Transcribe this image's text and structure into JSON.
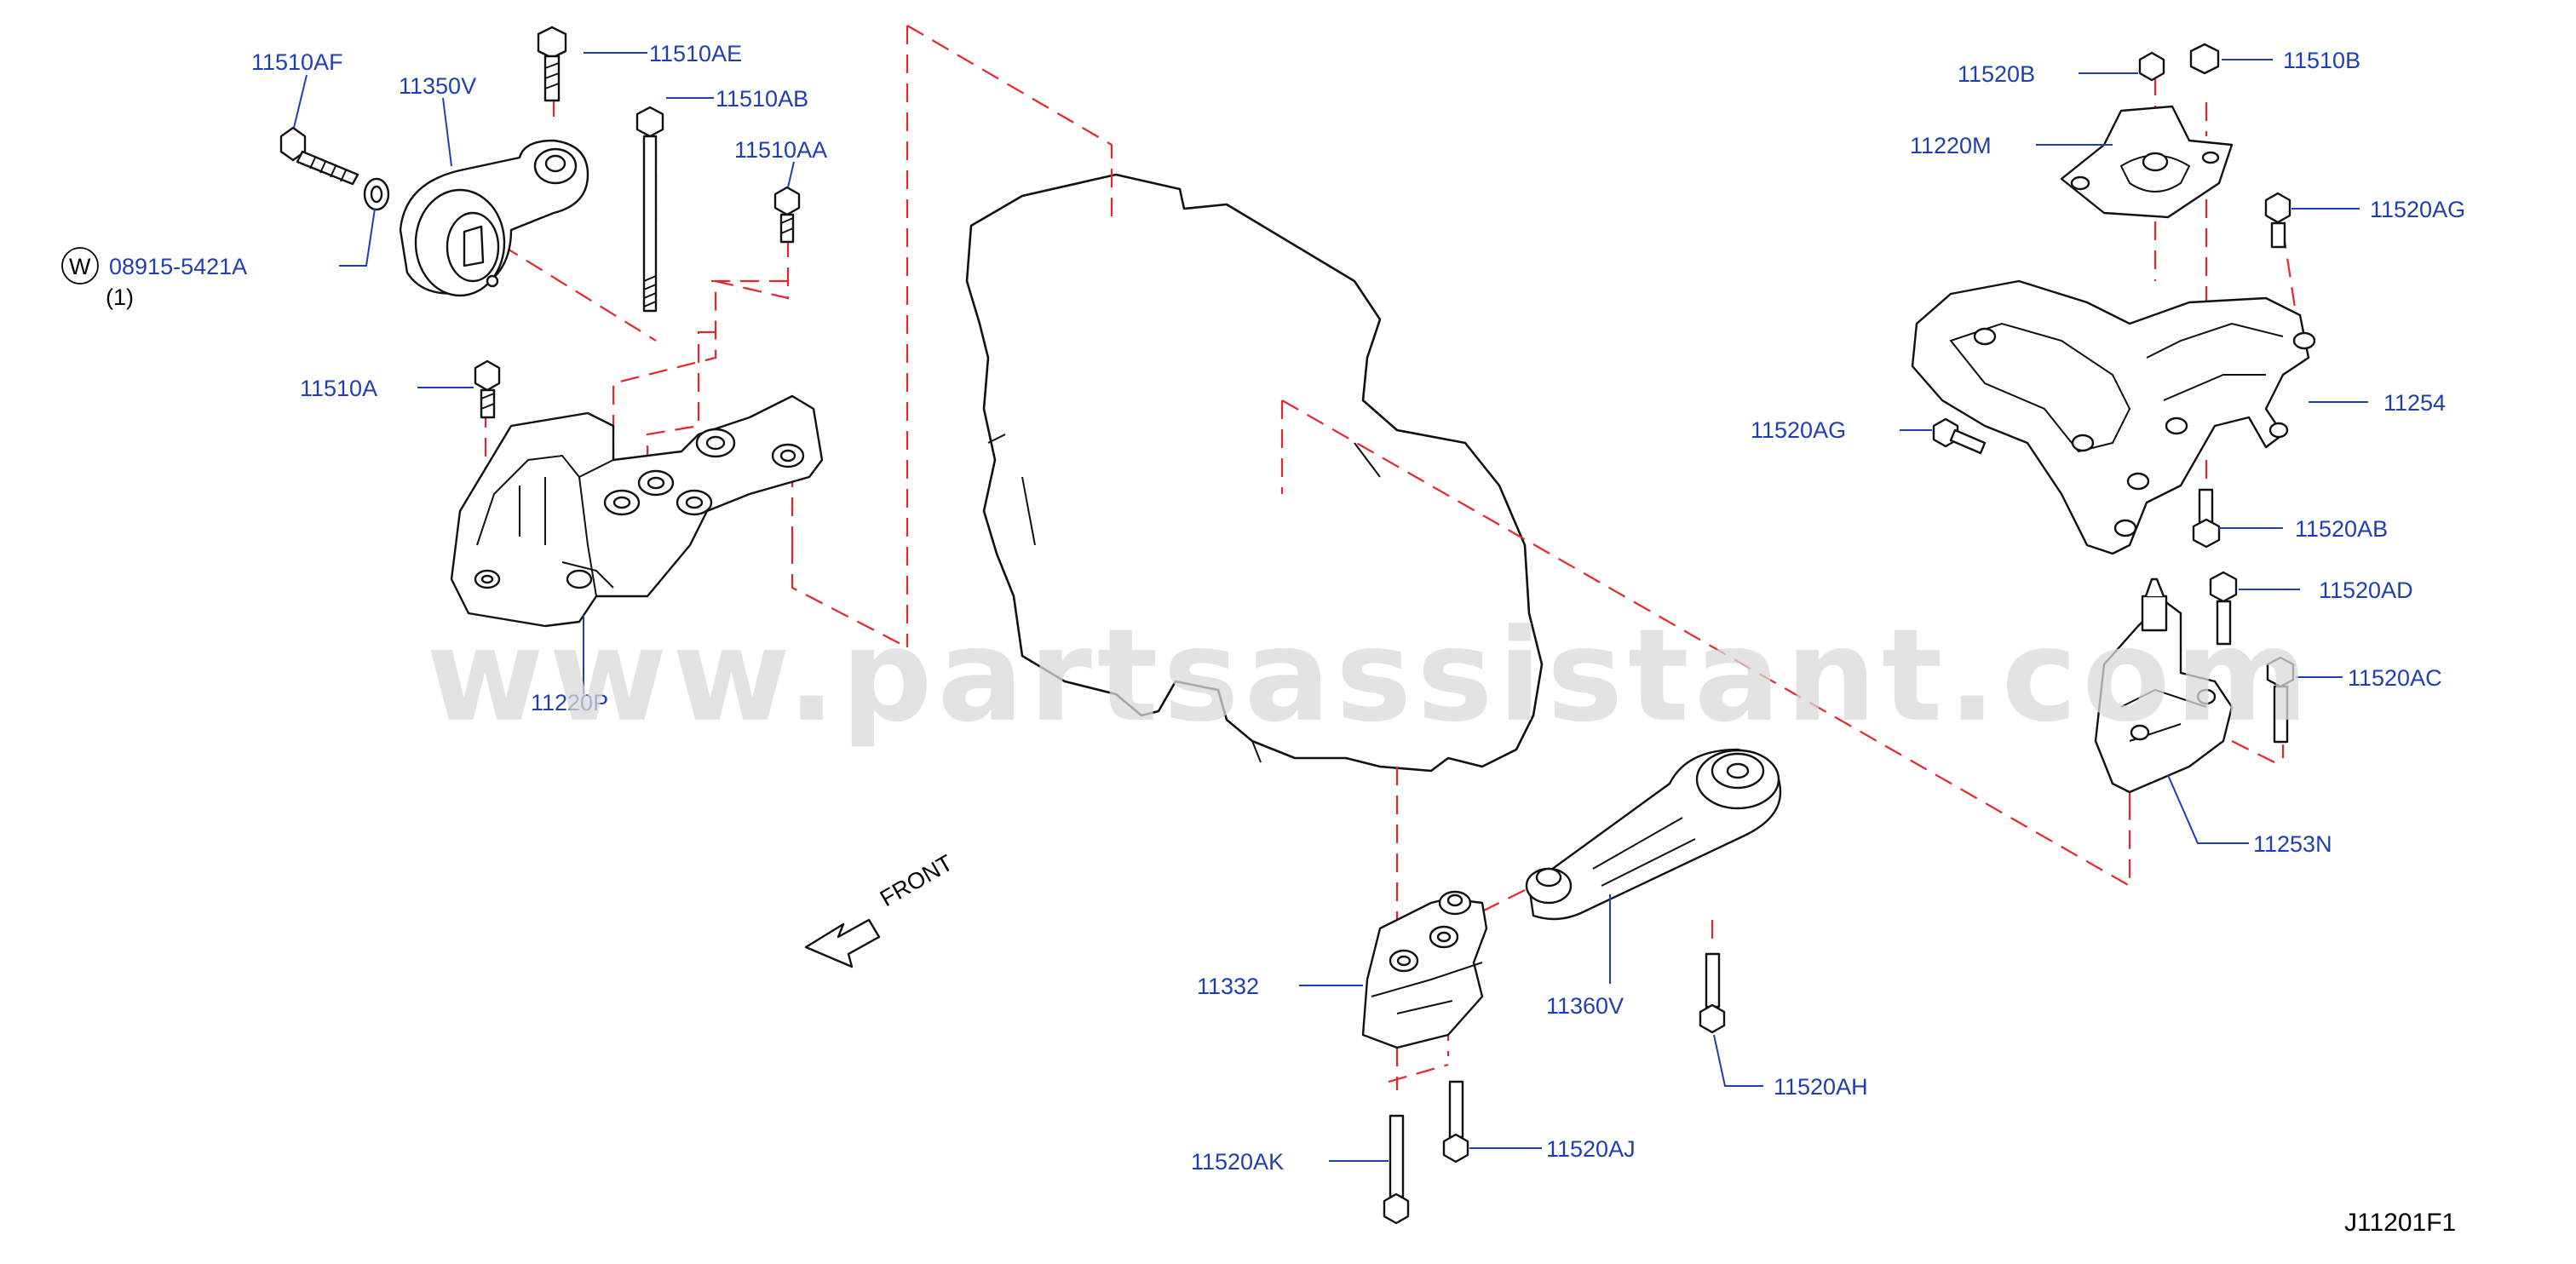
{
  "diagram_id": "J11201F1",
  "watermark": "www.partsassistant.com",
  "direction_label": "FRONT",
  "washer_symbol": "W",
  "washer_qty": "(1)",
  "parts": {
    "p11510AF": "11510AF",
    "p11350V": "11350V",
    "p11510AE": "11510AE",
    "p11510AB": "11510AB",
    "p11510AA": "11510AA",
    "p08915": "08915-5421A",
    "p11510A": "11510A",
    "p11220P": "11220P",
    "p11520B": "11520B",
    "p11510B": "11510B",
    "p11220M": "11220M",
    "p11520AG_top": "11520AG",
    "p11520AG_left": "11520AG",
    "p11254": "11254",
    "p11520AB": "11520AB",
    "p11520AD": "11520AD",
    "p11520AC": "11520AC",
    "p11253N": "11253N",
    "p11332": "11332",
    "p11360V": "11360V",
    "p11520AH": "11520AH",
    "p11520AK": "11520AK",
    "p11520AJ": "11520AJ"
  }
}
